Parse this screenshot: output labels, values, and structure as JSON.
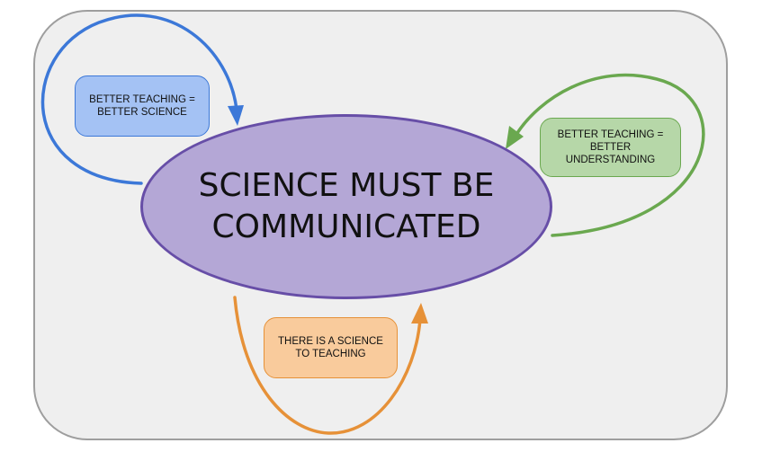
{
  "diagram": {
    "central": {
      "line1": "SCIENCE MUST BE",
      "line2": "COMMUNICATED"
    },
    "notes": {
      "blue": {
        "text": "BETTER TEACHING =\nBETTER SCIENCE"
      },
      "green": {
        "text": "BETTER TEACHING =\nBETTER\nUNDERSTANDING"
      },
      "orange": {
        "text": "THERE IS A SCIENCE\nTO TEACHING"
      }
    },
    "colors": {
      "panel_fill": "#efefef",
      "panel_border": "#9e9e9e",
      "central_fill": "#b4a7d6",
      "central_border": "#674ea7",
      "blue": "#3c78d8",
      "blue_fill": "#a4c2f4",
      "green": "#6aa84f",
      "green_fill": "#b6d7a8",
      "orange": "#e69138",
      "orange_fill": "#f9cb9c"
    }
  }
}
